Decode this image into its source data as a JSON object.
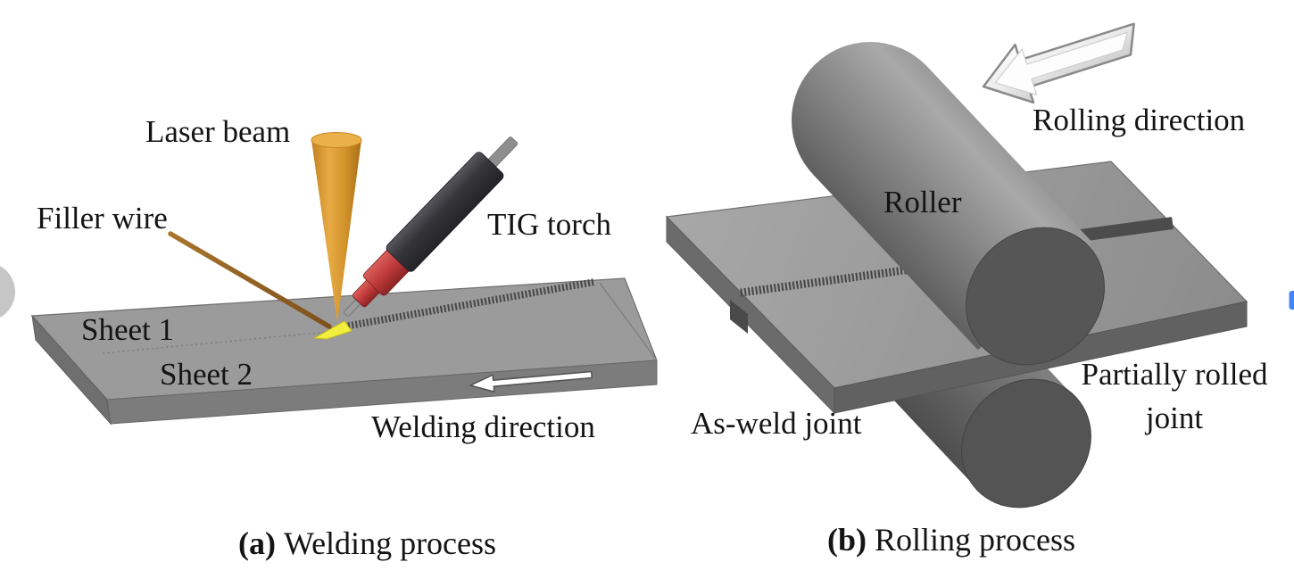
{
  "figure": {
    "panel_a": {
      "caption": {
        "marker": "(a)",
        "text": "Welding process"
      },
      "labels": {
        "laser_beam": "Laser beam",
        "filler_wire": "Filler wire",
        "tig_torch": "TIG torch",
        "sheet_1": "Sheet 1",
        "sheet_2": "Sheet 2",
        "welding_direction": "Welding direction"
      }
    },
    "panel_b": {
      "caption": {
        "marker": "(b)",
        "text": "Rolling process"
      },
      "labels": {
        "roller": "Roller",
        "rolling_direction": "Rolling direction",
        "as_weld_joint": "As-weld joint",
        "partially_rolled_line1": "Partially rolled",
        "partially_rolled_line2": "joint"
      }
    },
    "colors": {
      "laser_orange": "#d79a33",
      "torch_black": "#3a3a3e",
      "torch_red": "#c03d3d",
      "weld_pool_yellow": "#f2ee3e",
      "metal_gray": "#9b9b9b",
      "roller_gray": "#8a8a8a",
      "direction_arrow_white": "#ffffff",
      "left_nav_gray": "#c6c6c6",
      "edge_accent_blue": "#4285f4"
    }
  }
}
